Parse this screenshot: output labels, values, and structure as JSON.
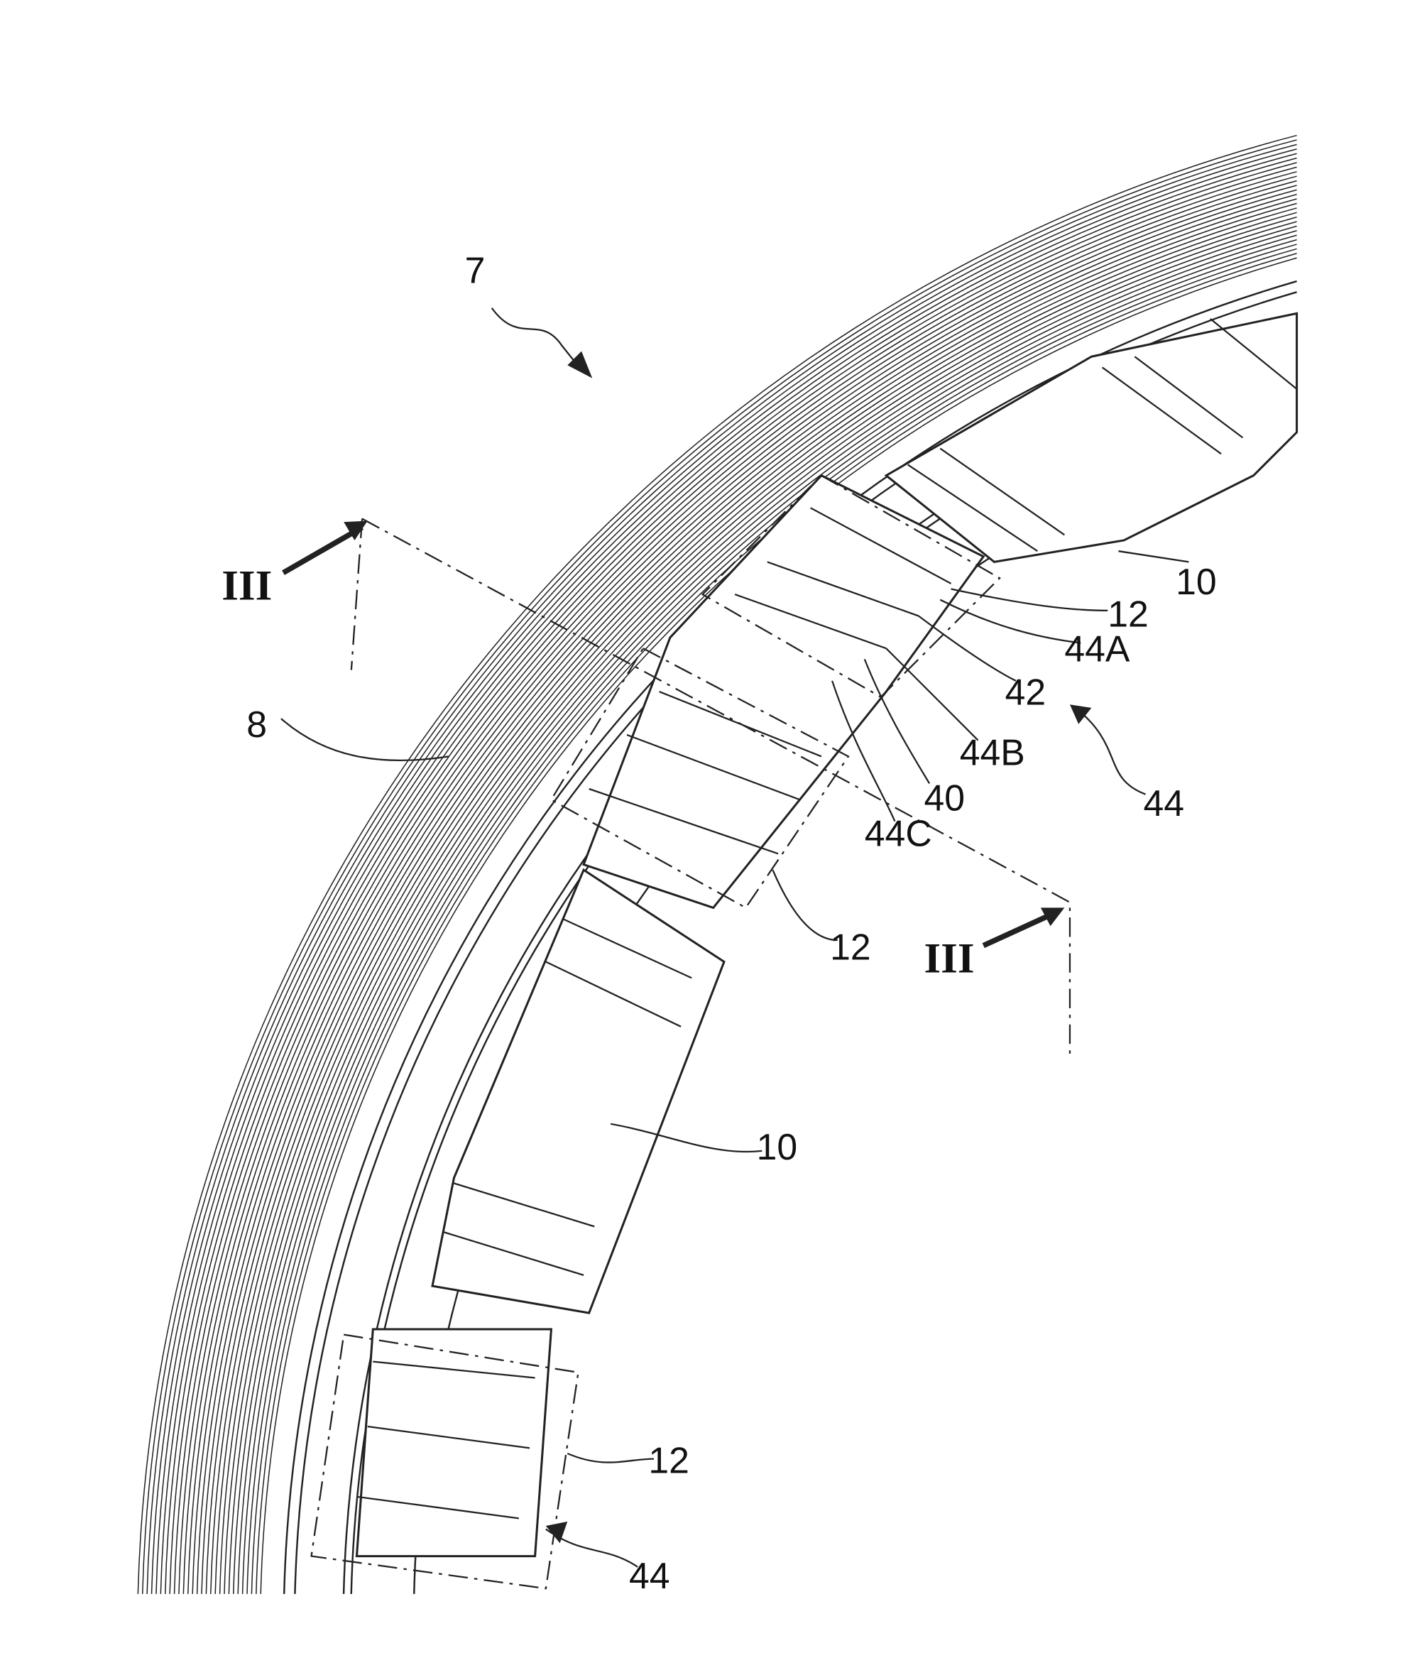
{
  "figure": {
    "labels": {
      "assembly": "7",
      "section_left": "III",
      "section_right": "III",
      "ring": "8",
      "segment_top": "10",
      "segment_mid": "10",
      "seal_top": "12",
      "seal_mid": "12",
      "seal_bottom": "12",
      "part_44A": "44A",
      "part_42": "42",
      "part_44B": "44B",
      "part_40": "40",
      "part_44C": "44C",
      "group_44_top": "44",
      "group_44_bottom": "44"
    }
  }
}
